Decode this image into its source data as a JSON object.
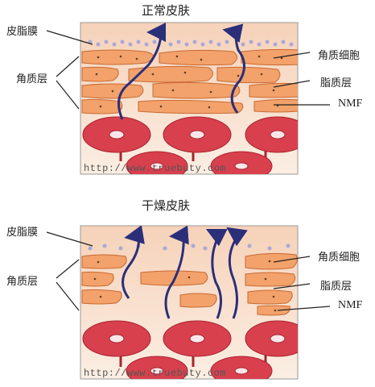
{
  "panels": [
    {
      "title": "正常皮肤",
      "labels": {
        "lipid_membrane": "皮脂膜",
        "stratum_corneum": "角质层",
        "keratinocyte": "角质细胞",
        "lipid_layer": "脂质层",
        "nmf": "NMF"
      },
      "watermark": "http://www.truebuty.com"
    },
    {
      "title": "干燥皮肤",
      "labels": {
        "lipid_membrane": "皮脂膜",
        "stratum_corneum": "角质层",
        "keratinocyte": "角质细胞",
        "lipid_layer": "脂质层",
        "nmf": "NMF"
      },
      "watermark": "http://www.truebuty.com"
    }
  ],
  "colors": {
    "background_top": "#f7dcc8",
    "background_bottom": "#fbeee3",
    "cell_fill": "#f2a26a",
    "cell_stroke": "#c86a34",
    "blood_cell": "#d8404e",
    "blood_stroke": "#a8242f",
    "arrow": "#2b2f7a",
    "lipid_dots": "#a9a8d8"
  }
}
